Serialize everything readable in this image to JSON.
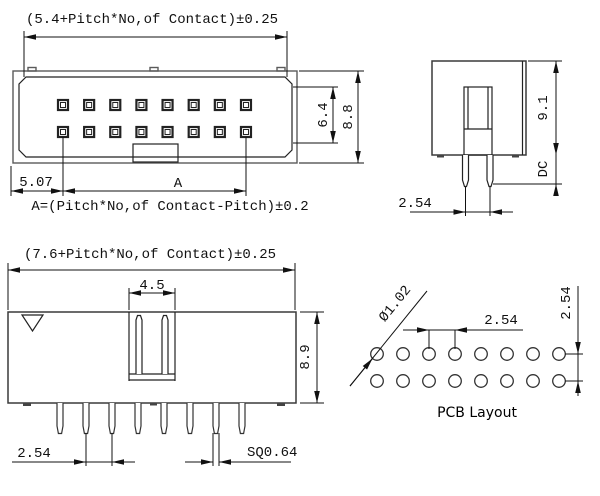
{
  "colors": {
    "line": "#333333",
    "dim": "#111111",
    "background": "#ffffff"
  },
  "top_view": {
    "overall_width": "(5.4+Pitch*No,of Contact)±0.25",
    "edge_to_pin": "5.07",
    "pin_span": "A",
    "pin_span_formula": "A=(Pitch*No,of Contact-Pitch)±0.2",
    "inner_height": "6.4",
    "outer_height": "8.8",
    "pin_rows": 2,
    "pins_per_row": 8
  },
  "side_view": {
    "body_height": "9.1",
    "pin_length": "DC",
    "pin_pitch": "2.54"
  },
  "front_view": {
    "overall_width": "(7.6+Pitch*No,of Contact)±0.25",
    "key_width": "4.5",
    "body_height": "8.9",
    "pin_pitch": "2.54",
    "pin_size": "SQ0.64",
    "pin_count": 8
  },
  "pcb_layout": {
    "title": "PCB Layout",
    "hole_diameter": "Ø1.02",
    "horizontal_pitch": "2.54",
    "vertical_pitch": "2.54",
    "rows": 2,
    "holes_per_row": 8
  }
}
